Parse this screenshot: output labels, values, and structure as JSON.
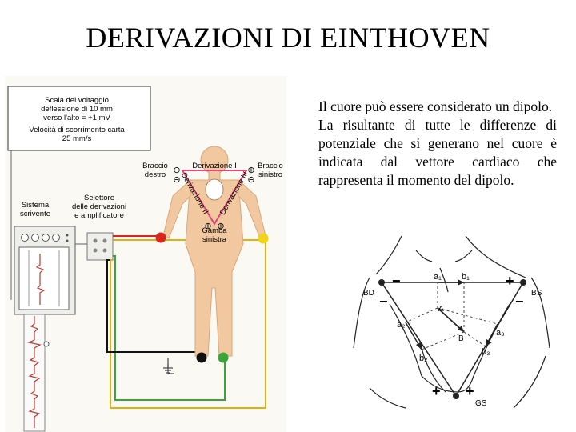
{
  "slide": {
    "title": "DERIVAZIONI DI EINTHOVEN",
    "paragraphs": [
      "Il cuore può essere considerato un dipolo.",
      "La risultante di tutte le differenze di potenziale che si generano nel cuore è indicata dal vettore cardiaco che rappresenta il momento del dipolo."
    ]
  },
  "left_figure": {
    "info_lines": [
      "Scala del voltaggio",
      "deflessione di 10 mm",
      "verso l'alto = +1 mV",
      "Velocità di scorrimento carta",
      "25 mm/s"
    ],
    "sistema_lines": [
      "Sistema",
      "scrivente"
    ],
    "selettore_lines": [
      "Selettore",
      "delle derivazioni",
      "e amplificatore"
    ],
    "braccio_destro_lines": [
      "Braccio",
      "destro"
    ],
    "braccio_sinistro_lines": [
      "Braccio",
      "sinistro"
    ],
    "gamba_lines": [
      "Gamba",
      "sinistra"
    ],
    "lead_I": "Derivazione I",
    "lead_II": "Derivazione II",
    "lead_III": "Derivazione III",
    "sign_minus": "⊖",
    "sign_plus": "⊕",
    "colors": {
      "red": "#d9261c",
      "yellow": "#f2d21a",
      "black": "#111111",
      "green": "#3aa33a",
      "body": "#f2c8a0",
      "triangle": "#e0467a"
    }
  },
  "right_figure": {
    "labels": {
      "bd": "BD",
      "bs": "BS",
      "gs": "GS",
      "a1": "a₁",
      "b1": "b₁",
      "a2": "a₂",
      "b2": "b₂",
      "a3": "a₃",
      "b3": "b₃",
      "A": "A",
      "B": "B",
      "minus": "−",
      "plus": "+"
    }
  }
}
